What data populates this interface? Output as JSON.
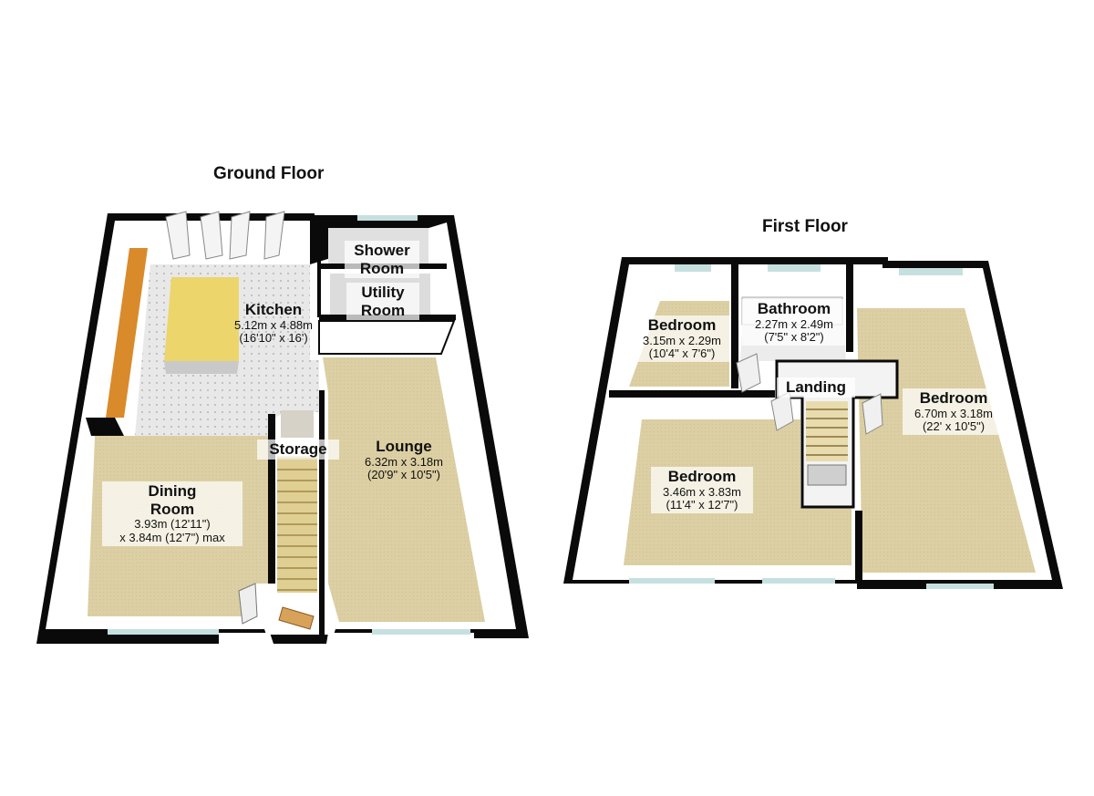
{
  "floors": {
    "ground": {
      "title": "Ground Floor",
      "rooms": {
        "kitchen": {
          "name": "Kitchen",
          "dims": [
            "5.12m x 4.88m",
            "(16'10\" x 16')"
          ]
        },
        "shower": {
          "name": [
            "Shower",
            "Room"
          ]
        },
        "utility": {
          "name": [
            "Utility",
            "Room"
          ]
        },
        "storage": {
          "name": "Storage"
        },
        "lounge": {
          "name": "Lounge",
          "dims": [
            "6.32m x 3.18m",
            "(20'9\" x 10'5\")"
          ]
        },
        "dining": {
          "name": [
            "Dining",
            "Room"
          ],
          "dims": [
            "3.93m (12'11\")",
            "x 3.84m (12'7\") max"
          ]
        }
      }
    },
    "first": {
      "title": "First Floor",
      "rooms": {
        "bedroom_small": {
          "name": "Bedroom",
          "dims": [
            "3.15m x 2.29m",
            "(10'4\" x 7'6\")"
          ]
        },
        "bathroom": {
          "name": "Bathroom",
          "dims": [
            "2.27m x 2.49m",
            "(7'5\" x 8'2\")"
          ]
        },
        "landing": {
          "name": "Landing"
        },
        "bedroom_right": {
          "name": "Bedroom",
          "dims": [
            "6.70m x 3.18m",
            "(22' x 10'5\")"
          ]
        },
        "bedroom_large": {
          "name": "Bedroom",
          "dims": [
            "3.46m x 3.83m",
            "(11'4\" x 12'7\")"
          ]
        }
      }
    }
  },
  "colors": {
    "wall": "#0a0a0a",
    "wall_inner": "#ffffff",
    "carpet": "#d9cda2",
    "tile": "#e6e6e6",
    "worktop": "#d98a2a",
    "island": "#ecd56b",
    "window": "#c6e0e0",
    "stairs": "#d8c68a"
  }
}
